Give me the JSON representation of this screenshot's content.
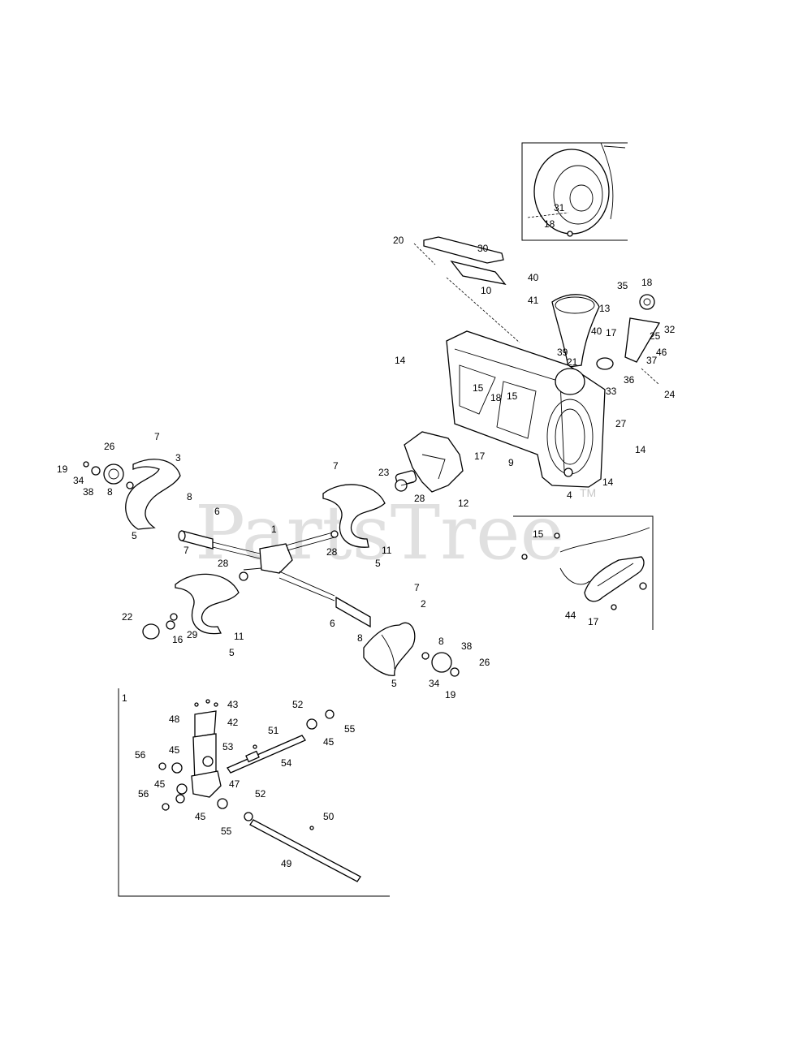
{
  "watermark": {
    "text": "PartsTree",
    "trademark": "TM"
  },
  "detail_box_1": {
    "title": "1"
  },
  "callouts": {
    "c20": "20",
    "c30": "30",
    "c10": "10",
    "c40a": "40",
    "c41": "41",
    "c40b": "40",
    "c13": "13",
    "c35": "35",
    "c18a": "18",
    "c32": "32",
    "c25": "25",
    "c17a": "17",
    "c46": "46",
    "c37": "37",
    "c39": "39",
    "c21": "21",
    "c36": "36",
    "c33": "33",
    "c24": "24",
    "c14a": "14",
    "c15a": "15",
    "c18b": "18",
    "c15b": "15",
    "c27": "27",
    "c14b": "14",
    "c17b": "17",
    "c9": "9",
    "c14c": "14",
    "c4": "4",
    "c23": "23",
    "c28a": "28",
    "c12": "12",
    "c7a": "7",
    "c26a": "26",
    "c3": "3",
    "c19a": "19",
    "c34a": "34",
    "c38a": "38",
    "c8a": "8",
    "c6a": "6",
    "c5a": "5",
    "c7b": "7",
    "c1": "1",
    "c28b": "28",
    "c11a": "11",
    "c5b": "5",
    "c7c": "7",
    "c28c": "28",
    "c22": "22",
    "c16": "16",
    "c29": "29",
    "c11b": "11",
    "c5c": "5",
    "c7d": "7",
    "c2": "2",
    "c6b": "6",
    "c8b": "8",
    "c8c": "8",
    "c38b": "38",
    "c26b": "26",
    "c34b": "34",
    "c5d": "5",
    "c19b": "19",
    "c15c": "15",
    "c44": "44",
    "c17c": "17",
    "c31": "31",
    "c18c": "18",
    "c43": "43",
    "c48": "48",
    "c42": "42",
    "c53": "53",
    "c45a": "45",
    "c56a": "56",
    "c47": "47",
    "c45b": "45",
    "c56b": "56",
    "c45c": "45",
    "c52a": "52",
    "c55a": "55",
    "c45d": "45",
    "c51": "51",
    "c54": "54",
    "c52b": "52",
    "c55b": "55",
    "c50": "50",
    "c49": "49"
  }
}
